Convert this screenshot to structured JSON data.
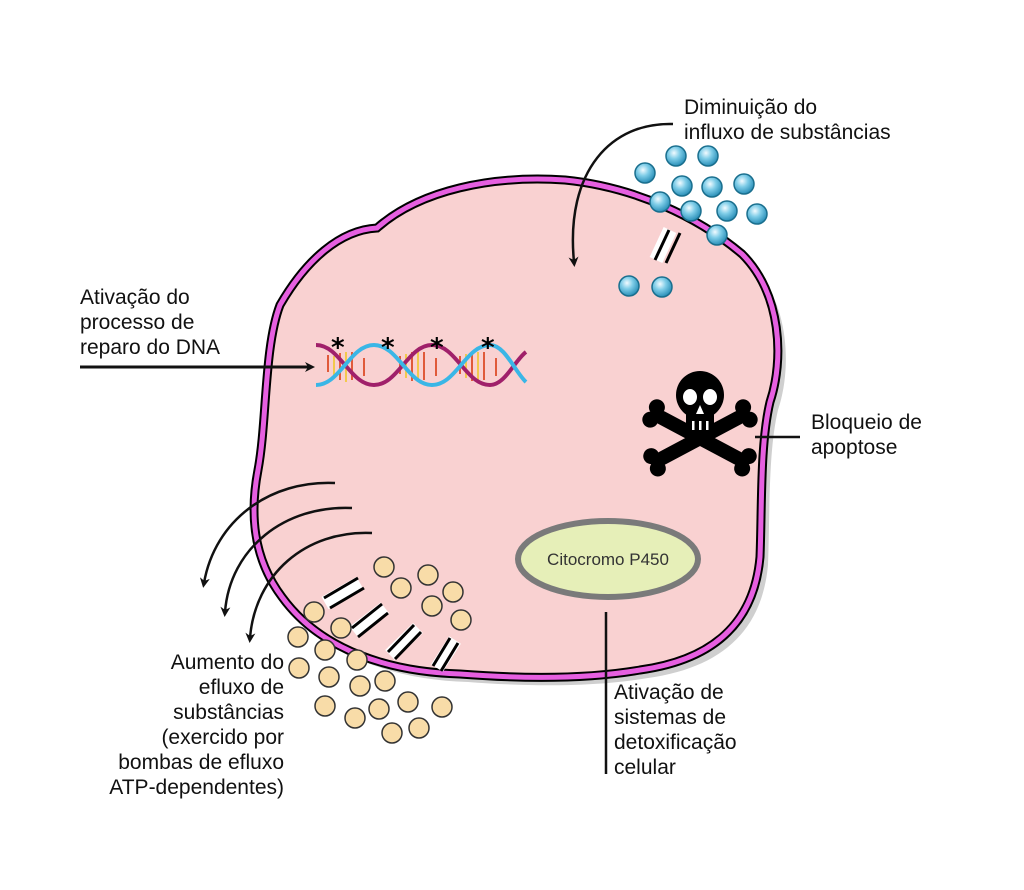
{
  "colors": {
    "cell_fill": "#f9d1d1",
    "cell_outline": "#e65fe0",
    "cell_shadow": "#cfcfcf",
    "influx_particle": "#5ab8d8",
    "efflux_particle": "#f8dca8",
    "organelle_fill": "#e6efb8",
    "dna_strand_a": "#a0206a",
    "dna_strand_b": "#3ab6e6"
  },
  "icons": {
    "skull": "skull-crossbones-icon",
    "dna": "dna-helix-icon"
  },
  "labels": {
    "influx": [
      "Diminuição do",
      "influxo de substâncias"
    ],
    "dna_repair": [
      "Ativação do",
      "processo de",
      "reparo do DNA"
    ],
    "apoptosis": [
      "Bloqueio de",
      "apoptose"
    ],
    "efflux": [
      "Aumento do",
      "efluxo de",
      "substâncias",
      "(exercido por",
      "bombas de efluxo",
      "ATP-dependentes)"
    ],
    "detox": [
      "Ativação de",
      "sistemas de",
      "detoxificação",
      "celular"
    ],
    "organelle": "Citocromo P450"
  }
}
